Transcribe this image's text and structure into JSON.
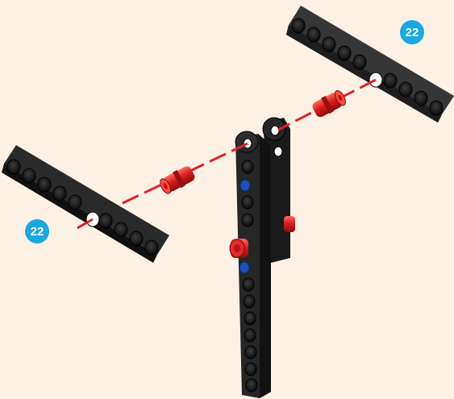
{
  "callouts": {
    "upper_right_count": "22",
    "lower_left_count": "22"
  },
  "colors": {
    "background": "#fdf1e6",
    "beam": "#1c1c1c",
    "connector_pin": "#d61f1f",
    "axle_line": "#e0202a",
    "badge": "#19a8e0",
    "blue_pin": "#1f4fb8"
  },
  "icons": [
    "beam-9-hole",
    "beam-7-hole-vertical-assembly",
    "red-connector-pin",
    "blue-friction-pin",
    "assembly-guide-line"
  ]
}
